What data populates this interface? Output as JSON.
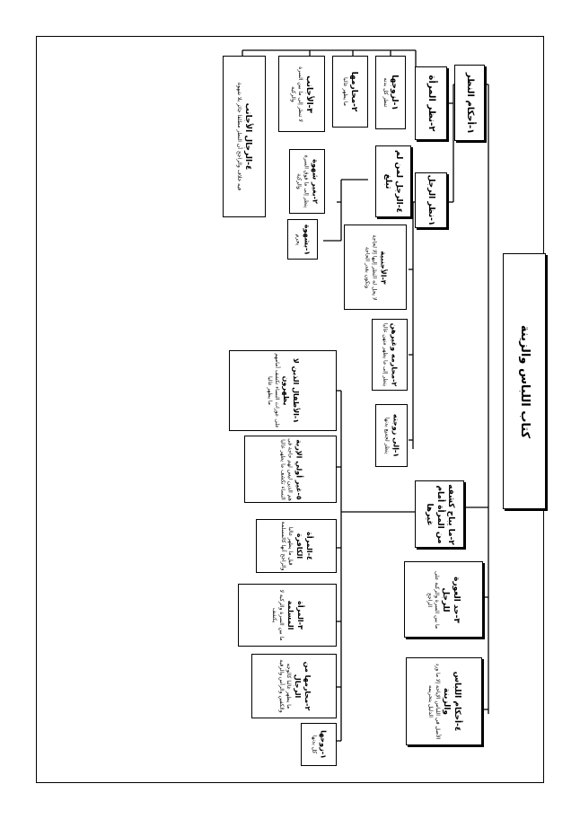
{
  "root": {
    "title": "كتاب اللباس والزينة"
  },
  "branches": {
    "b1": {
      "title": "١-أحكام النظر"
    },
    "b1_woman": {
      "title": "٢-نظر المرأة"
    },
    "b1_man": {
      "title": "١-نظر الرجل"
    },
    "w_spouse": {
      "title": "١-لزوجها",
      "desc": "تنظر كل بدنه"
    },
    "w_mahram": {
      "title": "٢-محارمها",
      "desc": "ما يظهر غالبا"
    },
    "w_foreign": {
      "title": "٣-الأجانب",
      "desc": "لا تنظر إلى ما بين السرة والركبة"
    },
    "w_foreign_men": {
      "title": "٤-الرجال الأجانب",
      "desc": "فيه خلاف والراجح أن النظر مطلقا جائز بلا شهوة"
    },
    "m_nonadult": {
      "title": "٤-الرجل لمن لم تبلغ",
      "desc": ""
    },
    "m_with_desire": {
      "title": "٢-بغير شهوة",
      "desc": "ينظر إلى ما فوق السرة والركبة"
    },
    "m_lust": {
      "title": "١-بشهوة",
      "desc": "يحرم"
    },
    "m_foreign": {
      "title": "٣-الأجنبية",
      "desc": "لا يحل له النظر إليها إلا لحاجة وتكون بقدر الحاجة"
    },
    "m_mahram": {
      "title": "٢-محارمه وغيرهن",
      "desc": "ينظر إلى ما يظهر منهن غالبا"
    },
    "m_wife": {
      "title": "١-إلى زوجته",
      "desc": "ينظر لجميع بدنها"
    },
    "b2": {
      "title": "٢-ما يباح كشفه من المرأة أمام غيرها"
    },
    "c1": {
      "title": "١-الأطفال الذين لا يظهرون",
      "desc": "على عورات النساء تكشف أمامهم ما يظهر غالبا"
    },
    "c2": {
      "title": "٥-غير أولي الإربة",
      "desc": "هم الذين ليس لهم حاجة في النساء تكشف ما يظهر غالبا"
    },
    "c3": {
      "title": "٤-المرأة الكافرة",
      "desc": "قيل ما يظهر غالبا والراجح أنها كالمسلمة"
    },
    "c4": {
      "title": "٣-المرأة المسلمة",
      "desc": "ما بين السرة والركبة لا يكشف"
    },
    "c5": {
      "title": "٢-محارمها من الرجال",
      "desc": "ما يظهر غالبا كالوجه والكفين والرأس والرقبة"
    },
    "c6": {
      "title": "١-زوجها",
      "desc": "كل بدنها"
    },
    "b3": {
      "title": "٣-حد العورة للرجل",
      "desc": "ما بين السرة والركبة على الراجح"
    },
    "b4": {
      "title": "٤-أحكام اللباس والزينة",
      "desc": "الأصل في اللباس الإباحة إلا ما ورد الدليل بتحريمه"
    }
  }
}
